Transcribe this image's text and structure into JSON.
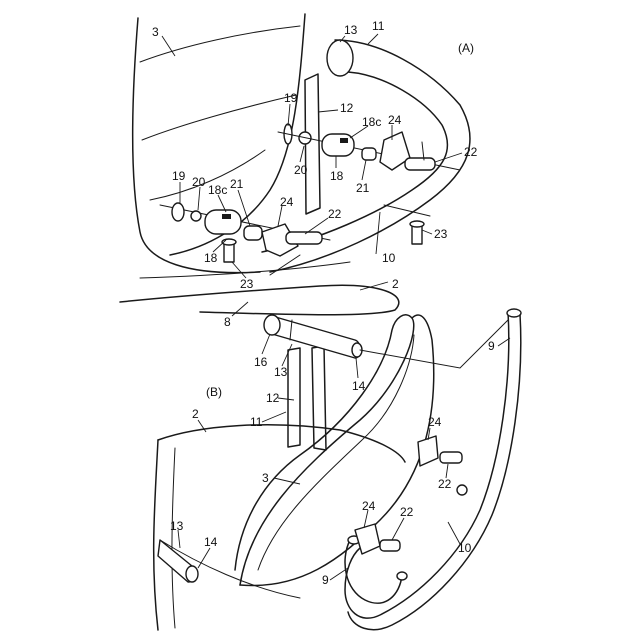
{
  "panels": {
    "a": "(A)",
    "b": "(B)"
  },
  "labels_a": {
    "l3": "3",
    "l13": "13",
    "l11": "11",
    "l19_top": "19",
    "l12": "12",
    "l18c_top": "18c",
    "l24_top": "24",
    "l20_top": "20",
    "l22_top": "22",
    "l18_top": "18",
    "l21_top": "21",
    "l19_left": "19",
    "l20_left": "20",
    "l18c_left": "18c",
    "l21_left": "21",
    "l24_mid": "24",
    "l22_mid": "22",
    "l23_right": "23",
    "l10": "10",
    "l18_left": "18",
    "l23_left": "23",
    "l2": "2",
    "l8": "8"
  },
  "labels_b": {
    "l16": "16",
    "l13": "13",
    "l14": "14",
    "l12": "12",
    "l9_top": "9",
    "l11": "11",
    "l2": "2",
    "l24_right": "24",
    "l22_right": "22",
    "l3": "3",
    "l24_low": "24",
    "l22_low": "22",
    "l13_low": "13",
    "l14_low": "14",
    "l10": "10",
    "l9_low": "9"
  }
}
